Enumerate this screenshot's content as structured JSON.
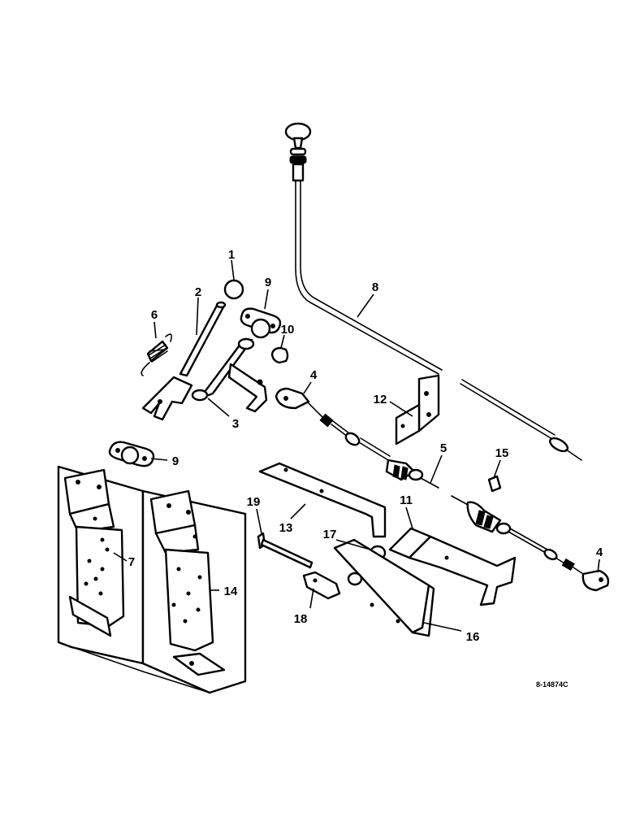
{
  "drawing_number": "8-14874C",
  "callouts": {
    "c1": "1",
    "c2": "2",
    "c3": "3",
    "c4a": "4",
    "c4b": "4",
    "c5": "5",
    "c6": "6",
    "c7": "7",
    "c8": "8",
    "c9a": "9",
    "c9b": "9",
    "c10": "10",
    "c11": "11",
    "c12": "12",
    "c13": "13",
    "c14": "14",
    "c15": "15",
    "c16": "16",
    "c17": "17",
    "c18": "18",
    "c19": "19"
  },
  "colors": {
    "ink": "#000000",
    "paper": "#ffffff"
  }
}
